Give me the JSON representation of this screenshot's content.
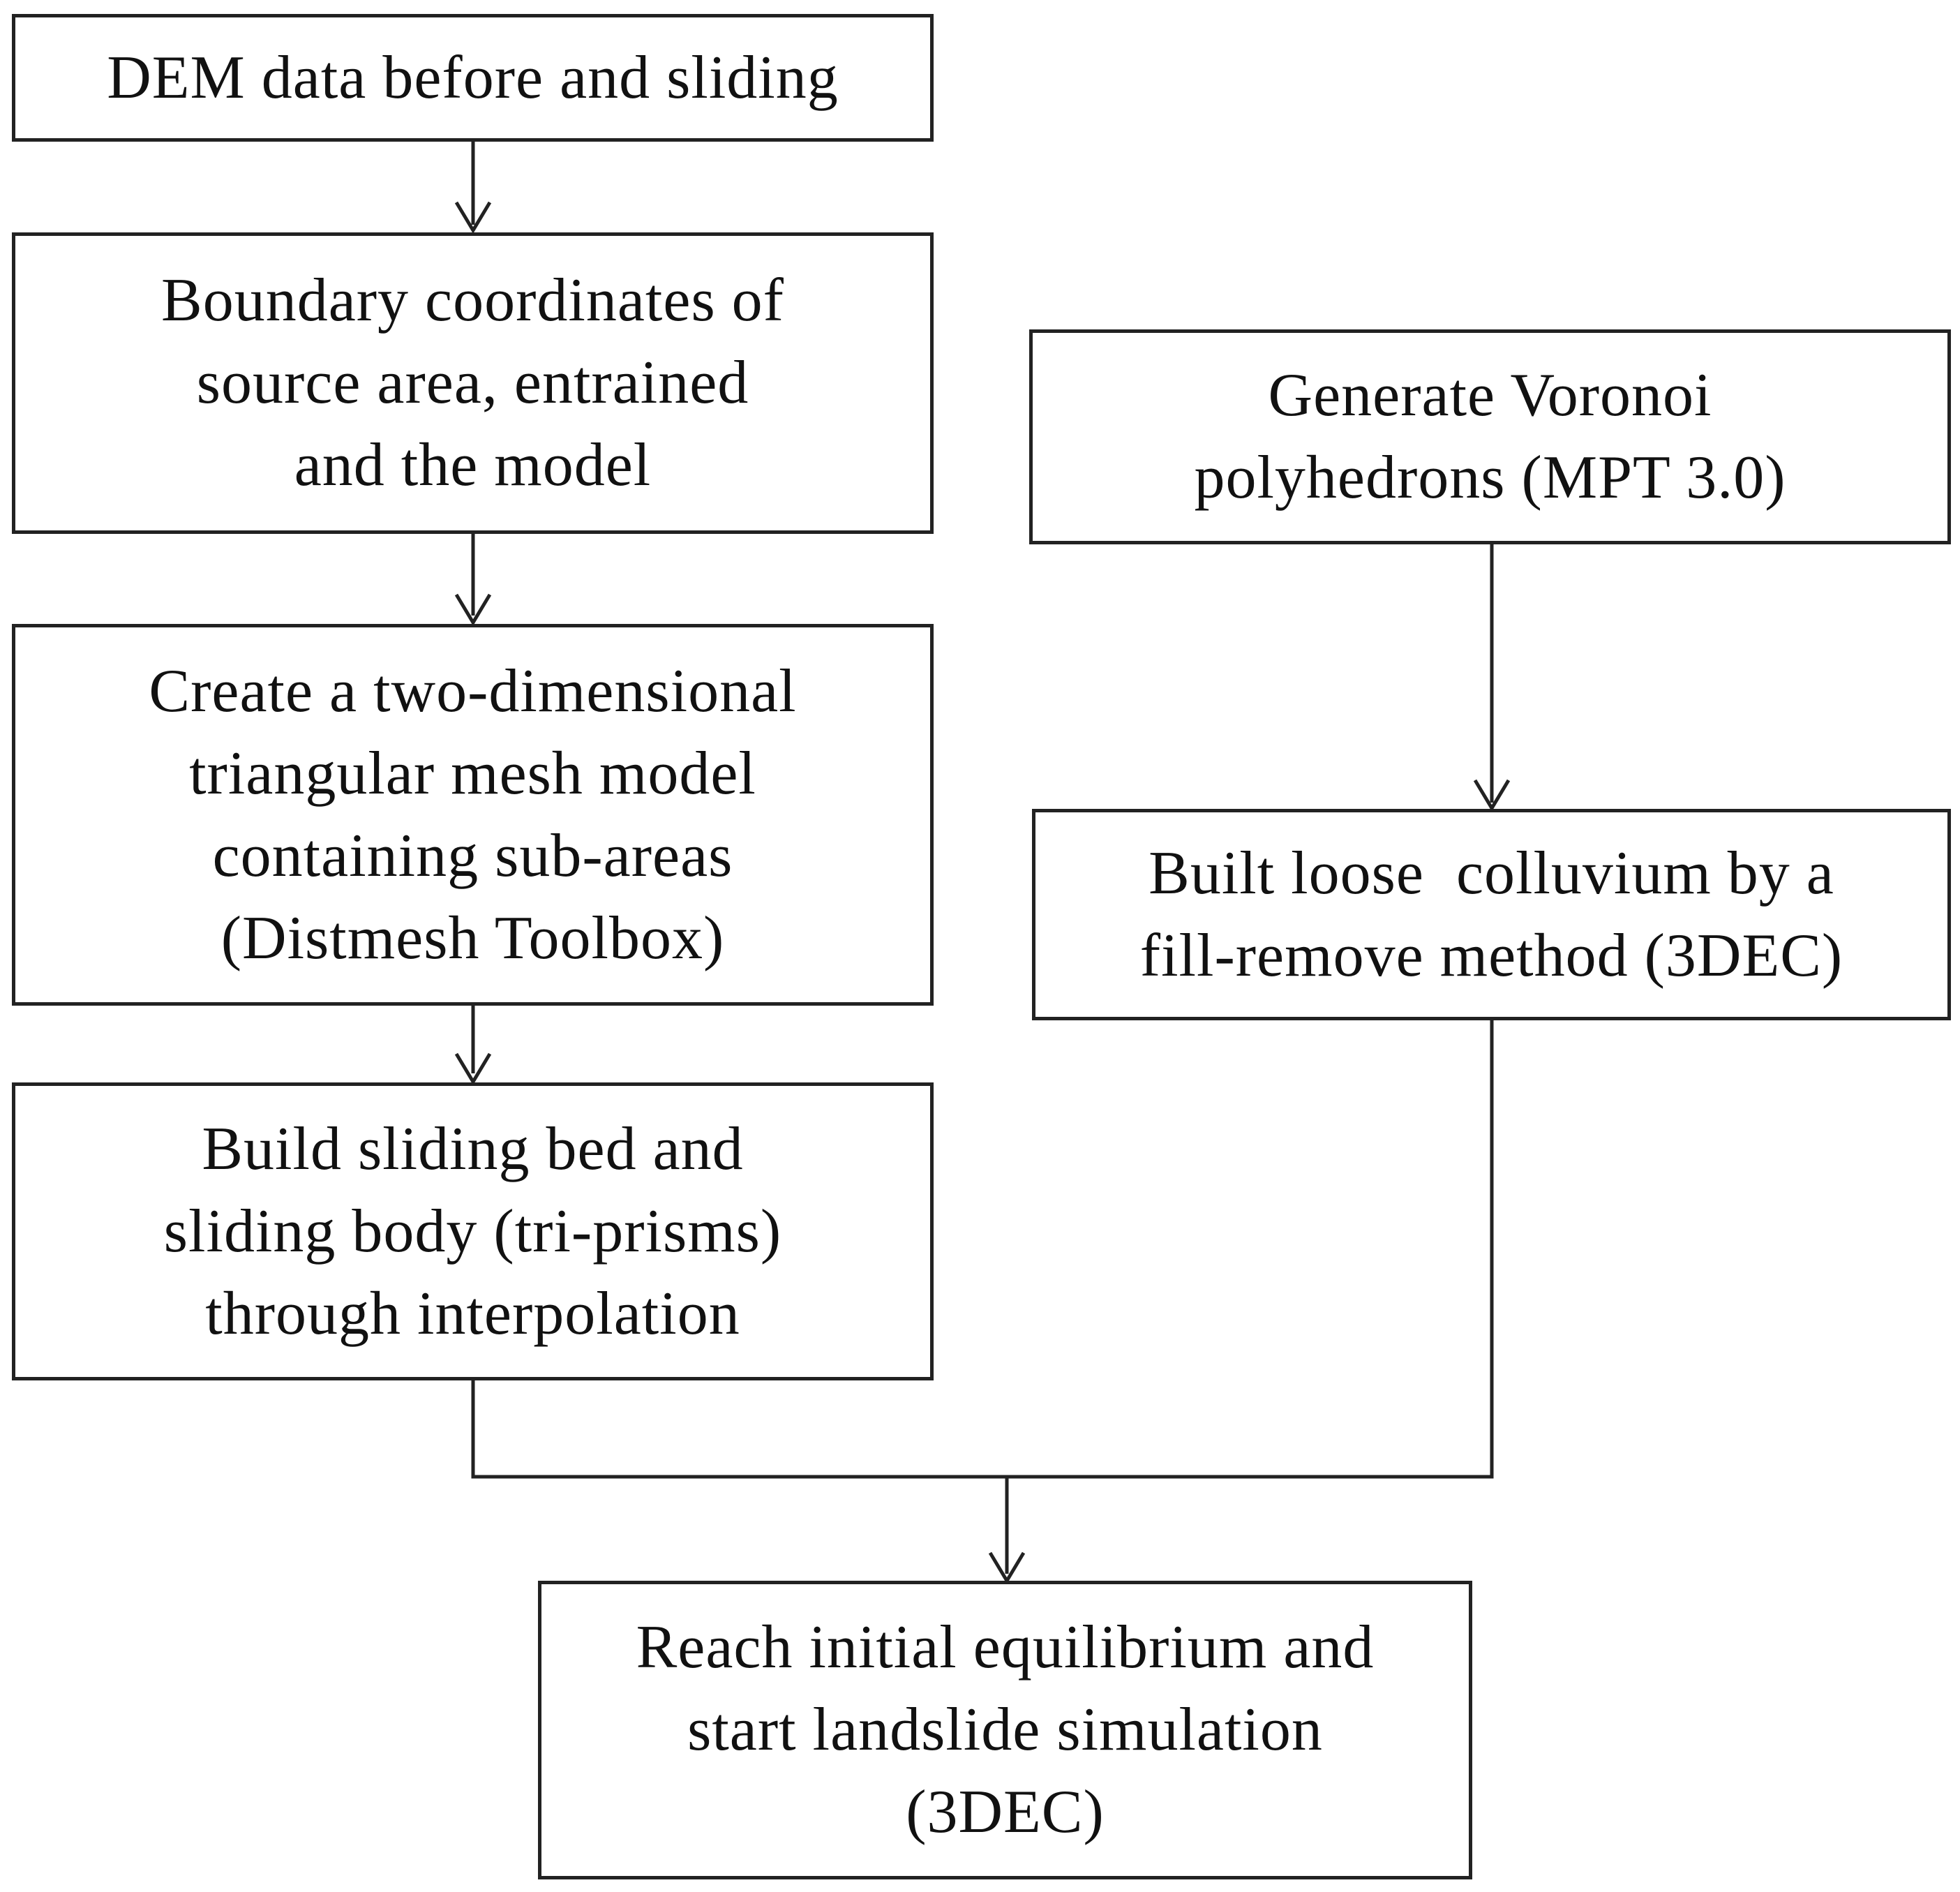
{
  "colors": {
    "stroke": "#222222",
    "text": "#111111",
    "background": "#ffffff"
  },
  "boxes": {
    "dem_data": {
      "lines": [
        "DEM data before and sliding"
      ]
    },
    "boundary_coordinates": {
      "lines": [
        "Boundary coordinates of",
        "source area, entrained",
        "and the model"
      ]
    },
    "triangular_mesh": {
      "lines": [
        "Create a two-dimensional",
        "triangular mesh model",
        "containing sub-areas",
        "(Distmesh Toolbox)"
      ]
    },
    "sliding_bed_body": {
      "lines": [
        "Build sliding bed and",
        "sliding body (tri-prisms)",
        "through interpolation"
      ]
    },
    "voronoi": {
      "lines": [
        "Generate Voronoi",
        "polyhedrons (MPT 3.0)"
      ]
    },
    "loose_colluvium": {
      "lines": [
        "Built loose  colluvium by a",
        "fill-remove method (3DEC)"
      ]
    },
    "initial_equilibrium": {
      "lines": [
        "Reach initial equilibrium and",
        "start landslide simulation",
        "(3DEC)"
      ]
    }
  }
}
